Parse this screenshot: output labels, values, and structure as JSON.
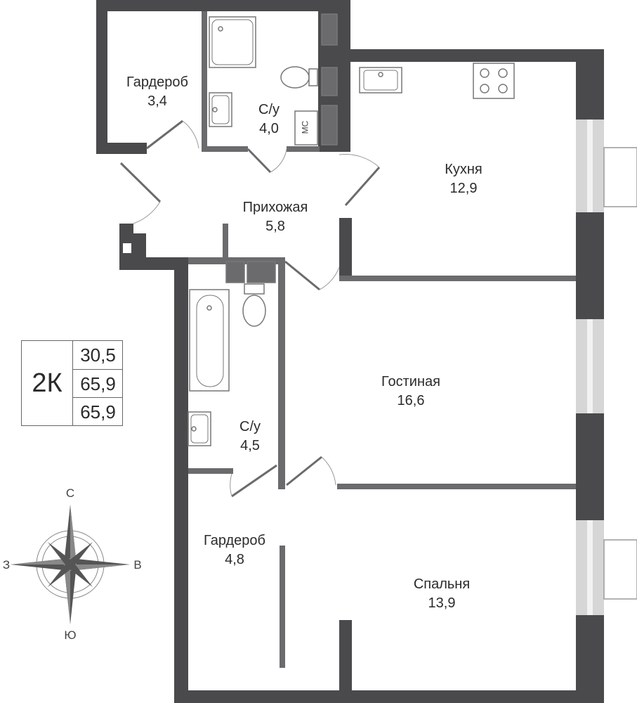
{
  "rooms": {
    "wardrobe_top": {
      "name": "Гардероб",
      "area": "3,4"
    },
    "bathroom_top": {
      "name": "С/у",
      "area": "4,0",
      "fixture": "МС"
    },
    "kitchen": {
      "name": "Кухня",
      "area": "12,9"
    },
    "hallway": {
      "name": "Прихожая",
      "area": "5,8"
    },
    "living": {
      "name": "Гостиная",
      "area": "16,6"
    },
    "bathroom_bottom": {
      "name": "С/у",
      "area": "4,5"
    },
    "wardrobe_bottom": {
      "name": "Гардероб",
      "area": "4,8"
    },
    "bedroom": {
      "name": "Спальня",
      "area": "13,9"
    }
  },
  "summary": {
    "rooms_code": "2К",
    "values": [
      "30,5",
      "65,9",
      "65,9"
    ]
  },
  "compass": {
    "north": "С",
    "south": "Ю",
    "west": "З",
    "east": "В"
  },
  "colors": {
    "wall": "#4a4a4d",
    "partition": "#6b6b6e",
    "window": "#cfcfcf"
  }
}
